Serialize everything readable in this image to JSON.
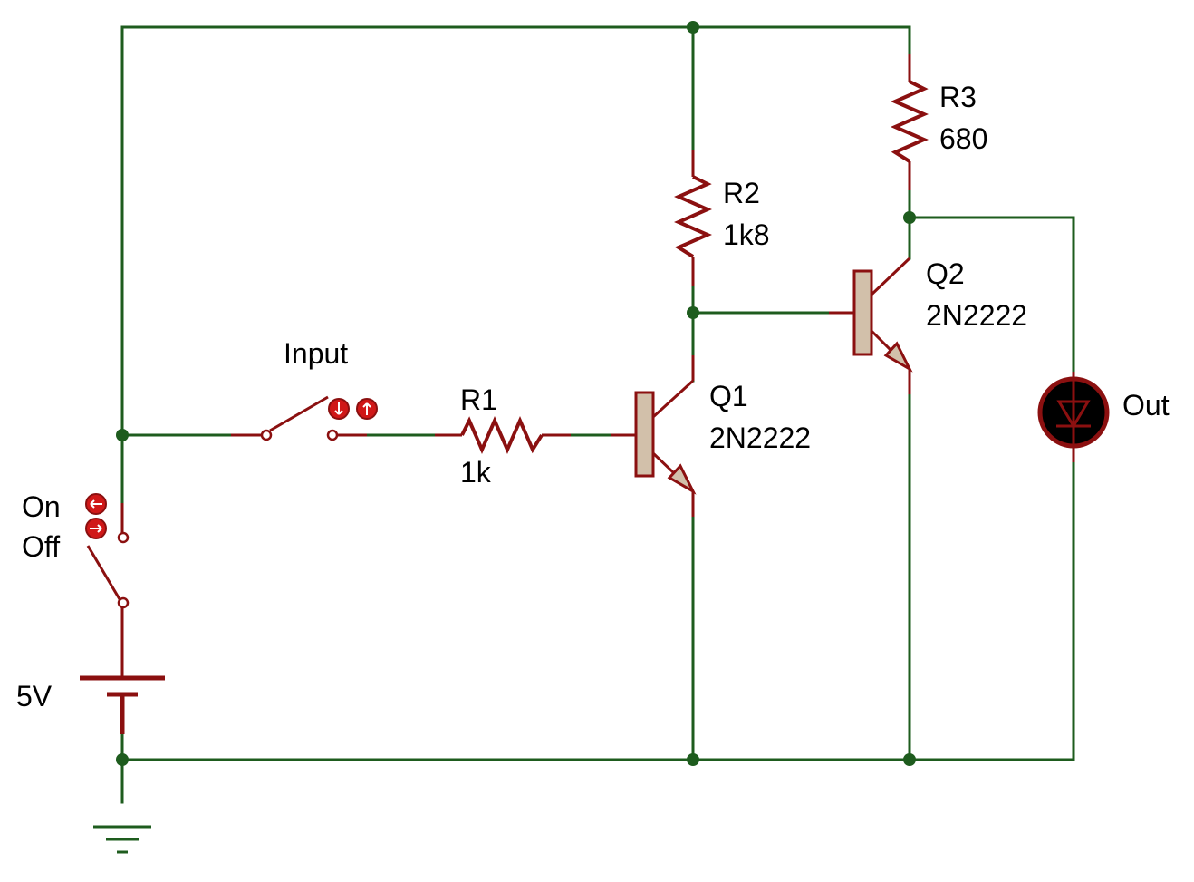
{
  "labels": {
    "switch_on": "On",
    "switch_off": "Off",
    "battery_value": "5V",
    "input_switch": "Input",
    "r1_name": "R1",
    "r1_value": "1k",
    "r2_name": "R2",
    "r2_value": "1k8",
    "r3_name": "R3",
    "r3_value": "680",
    "q1_name": "Q1",
    "q1_part": "2N2222",
    "q2_name": "Q2",
    "q2_part": "2N2222",
    "led_name": "Out"
  },
  "colors": {
    "wire": "#1e5c1e",
    "component": "#8b1010",
    "transistor_body": "#d2c0aa",
    "indicator": "#d01818",
    "background": "#ffffff"
  },
  "icons": {
    "switch_state_indicators": [
      "arrow-left-icon",
      "arrow-right-icon"
    ],
    "input_switch_indicators": [
      "arrow-down-icon",
      "arrow-up-icon"
    ]
  }
}
